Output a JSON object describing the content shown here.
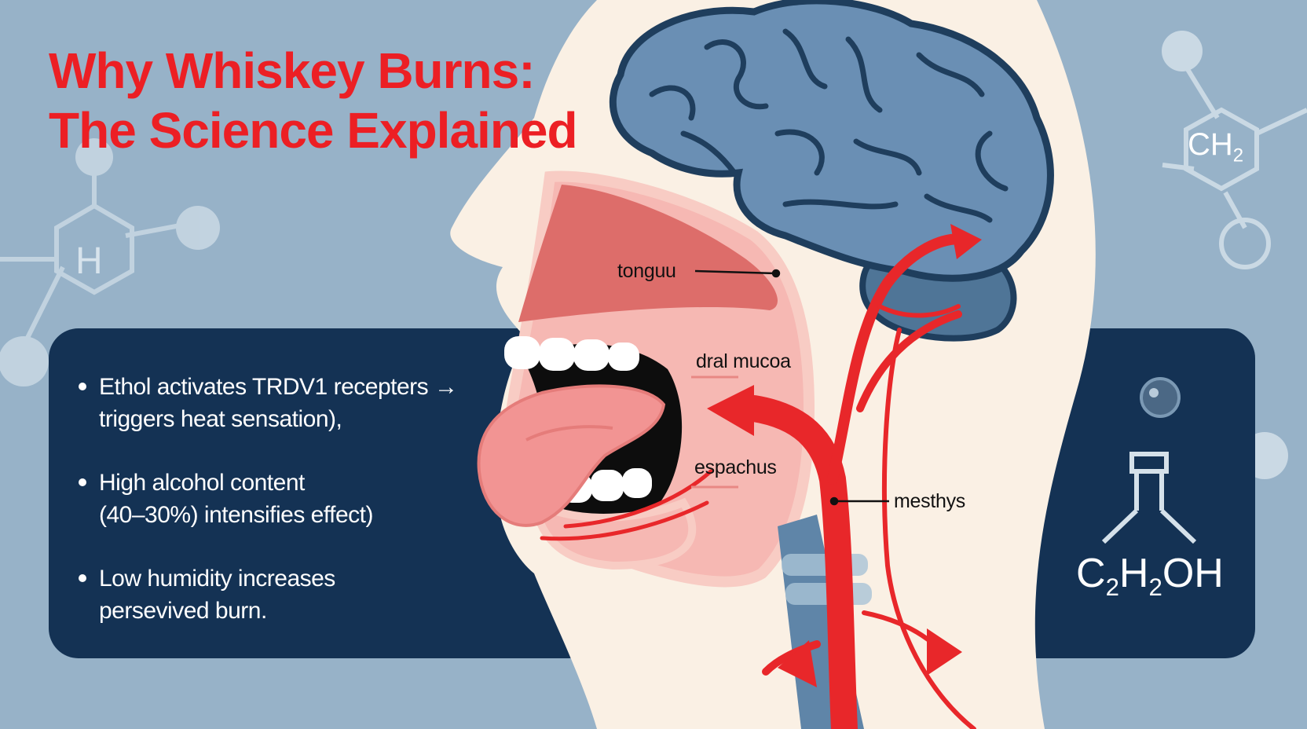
{
  "title": {
    "line1": "Why Whiskey Burns:",
    "line2": "The Science Explained"
  },
  "bullets": [
    {
      "line1": "Ethol activates TRDV1 recepters →",
      "line2": "triggers heat sensation),"
    },
    {
      "line1": "High alcohol content",
      "line2": "(40–30%) intensifies effect)"
    },
    {
      "line1": "Low humidity increases",
      "line2": "persevived burn."
    }
  ],
  "labels": {
    "tongue": "tonguu",
    "oral_mucosa": "dral mucoa",
    "esophagus": "espachus",
    "nerve": "mesthys"
  },
  "chem": {
    "ch2": {
      "main": "CH",
      "sub": "2"
    },
    "h": "H",
    "formula": {
      "p1": "C",
      "s1": "2",
      "p2": "H",
      "s2": "2",
      "p3": "OH"
    }
  },
  "colors": {
    "background": "#97b2c8",
    "panel": "#143254",
    "title_red": "#ec1f24",
    "artery_red": "#e8272a",
    "brain_blue": "#6a8fb4",
    "skin": "#faf0e4"
  }
}
